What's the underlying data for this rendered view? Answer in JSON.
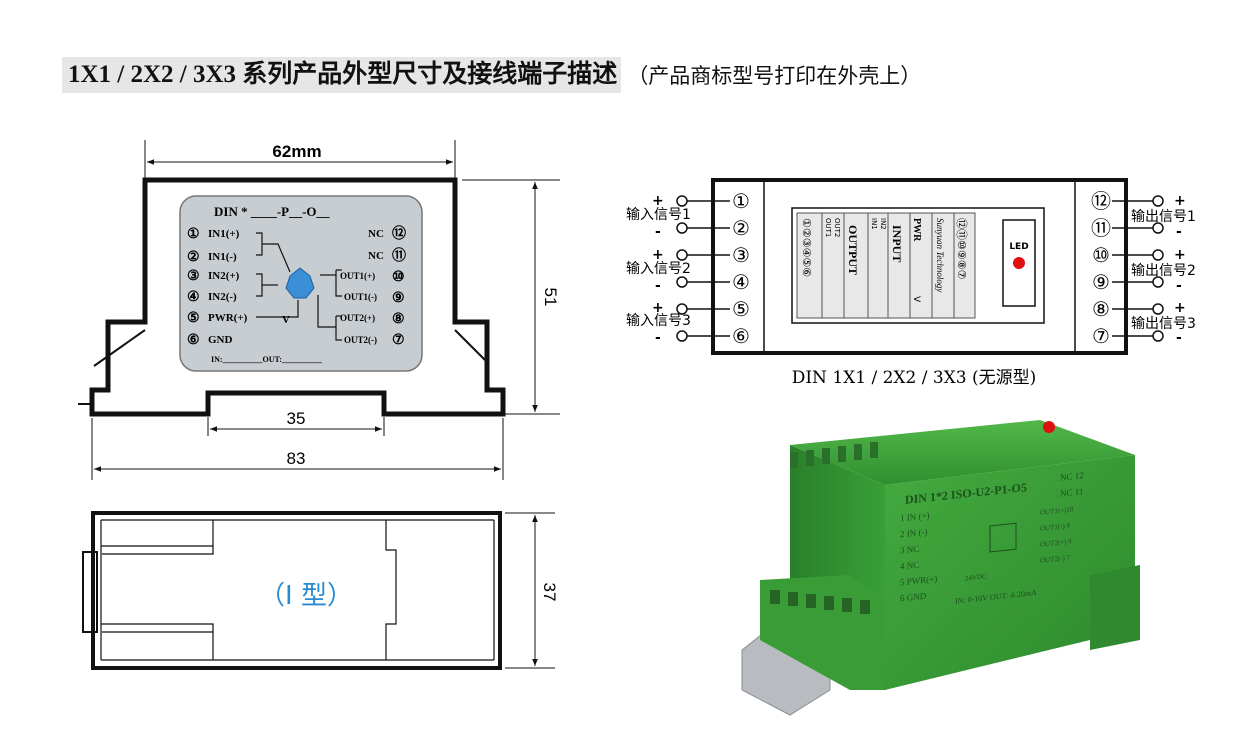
{
  "title": {
    "main": "1X1 / 2X2 / 3X3 系列产品外型尺寸及接线端子描述",
    "note": "（产品商标型号打印在外壳上）"
  },
  "front_view": {
    "dim_width_top": "62mm",
    "dim_height": "51",
    "dim_rail": "35",
    "dim_base": "83",
    "label_model": "DIN  *  ____-P__-O__",
    "pins_left": [
      {
        "num": "①",
        "text": "IN1(+)"
      },
      {
        "num": "②",
        "text": "IN1(-)"
      },
      {
        "num": "③",
        "text": "IN2(+)"
      },
      {
        "num": "④",
        "text": "IN2(-)"
      },
      {
        "num": "⑤",
        "text": "PWR(+)"
      },
      {
        "num": "⑥",
        "text": "GND"
      }
    ],
    "pins_right": [
      {
        "num": "⑫",
        "text": "NC"
      },
      {
        "num": "⑪",
        "text": "NC"
      },
      {
        "num": "⑩",
        "text": "OUT1(+)"
      },
      {
        "num": "⑨",
        "text": "OUT1(-)"
      },
      {
        "num": "⑧",
        "text": "OUT2(+)"
      },
      {
        "num": "⑦",
        "text": "OUT2(-)"
      }
    ],
    "pwr_v": "V",
    "in_out_line": "IN:__________OUT:__________"
  },
  "side_view": {
    "type_label": "（I 型）",
    "dim_depth": "37"
  },
  "wiring": {
    "left_terminals": [
      "①",
      "②",
      "③",
      "④",
      "⑤",
      "⑥"
    ],
    "right_terminals": [
      "⑫",
      "⑪",
      "⑩",
      "⑨",
      "⑧",
      "⑦"
    ],
    "input_labels": [
      "输入信号1",
      "输入信号2",
      "输入信号3"
    ],
    "output_labels": [
      "输出信号1",
      "输出信号2",
      "输出信号3"
    ],
    "plus": "+",
    "minus": "-",
    "panel_output": "OUTPUT",
    "panel_input": "INPUT",
    "panel_pwr": "PWR",
    "panel_v": "V",
    "panel_brand": "Sunyuan Technology",
    "panel_col1": [
      "OUT1",
      "OUT2"
    ],
    "panel_col2": [
      "IN1",
      "IN2"
    ],
    "panel_nums_left": "①②③④⑤⑥",
    "panel_nums_right": "⑫⑪⑩⑨⑧⑦",
    "led": "LED",
    "caption": "DIN 1X1 / 2X2 / 3X3 (无源型)"
  },
  "photo": {
    "label_model": "DIN  1*2 ISO-U2-P1-O5",
    "lines_left": [
      "1  IN (+)",
      "2  IN (-)",
      "3  NC",
      "4  NC",
      "5  PWR(+)",
      "6  GND"
    ],
    "lines_right": [
      "NC 12",
      "NC 11",
      "OUT1(+)10",
      "OUT1(-) 9",
      "OUT2(+) 8",
      "OUT2(-) 7"
    ],
    "pwr_v": "24VDC",
    "in_out": "IN: 0-10V  OUT: 4-20mA"
  },
  "colors": {
    "title_bg": "#e6e6e6",
    "label_panel": "#c8cdd2",
    "side_label": "#2a8bd0",
    "module_green": "#3aa33a",
    "led_red": "#e01010"
  }
}
